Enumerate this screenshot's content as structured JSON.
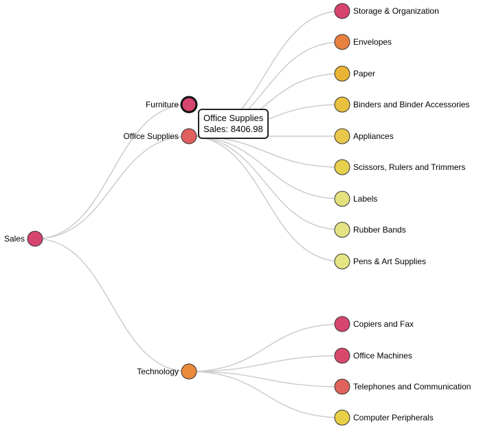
{
  "root": {
    "name": "Sales",
    "color": "#d6456e",
    "children": [
      {
        "name": "Furniture",
        "color": "#d6456e",
        "selected": true,
        "children": []
      },
      {
        "name": "Office Supplies",
        "color": "#e05f5f",
        "children": [
          {
            "name": "Storage & Organization",
            "color": "#d6456e"
          },
          {
            "name": "Envelopes",
            "color": "#e8803f"
          },
          {
            "name": "Paper",
            "color": "#ebb335"
          },
          {
            "name": "Binders and Binder Accessories",
            "color": "#e8c23e"
          },
          {
            "name": "Appliances",
            "color": "#e8c84a"
          },
          {
            "name": "Scissors, Rulers and Trimmers",
            "color": "#e8d04f"
          },
          {
            "name": "Labels",
            "color": "#e3e07e"
          },
          {
            "name": "Rubber Bands",
            "color": "#e3e384"
          },
          {
            "name": "Pens & Art Supplies",
            "color": "#e3e584"
          }
        ]
      },
      {
        "name": "Technology",
        "color": "#ea8a3a",
        "children": [
          {
            "name": "Copiers and Fax",
            "color": "#d6456e"
          },
          {
            "name": "Office Machines",
            "color": "#d9486a"
          },
          {
            "name": "Telephones and Communication",
            "color": "#e0645c"
          },
          {
            "name": "Computer Peripherals",
            "color": "#e8cf48"
          }
        ]
      }
    ]
  },
  "tooltip": {
    "title": "Office Supplies",
    "sales_label": "Sales: 8406.98"
  }
}
